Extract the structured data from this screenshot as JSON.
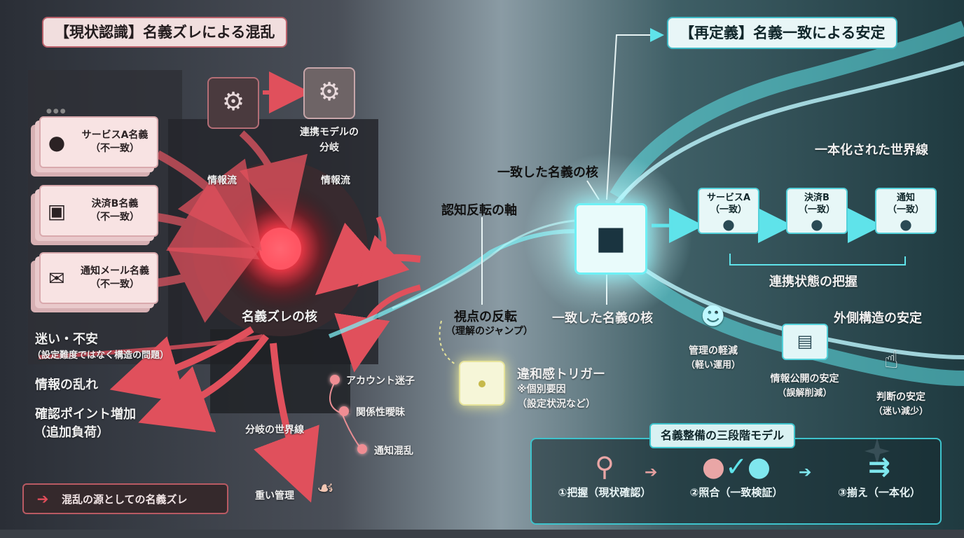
{
  "title_left": "【現状認識】名義ズレによる混乱",
  "title_right": "【再定義】名義一致による安定",
  "left": {
    "cards": [
      {
        "label": "サービスA名義",
        "sub": "（不一致）",
        "icon": "person-icon"
      },
      {
        "label": "決済B名義",
        "sub": "（不一致）",
        "icon": "credit-card-icon"
      },
      {
        "label": "通知メール名義",
        "sub": "（不一致）",
        "icon": "mail-person-icon"
      }
    ],
    "flow_label_1": "情報流",
    "flow_label_2": "情報流",
    "branch_label": "連携モデルの",
    "branch_label_2": "分岐",
    "core_label": "名義ズレの核",
    "effects": {
      "confusion": "迷い・不安",
      "confusion_sub": "（設定難度ではなく構造の問題）",
      "disorder": "情報の乱れ",
      "checks": "確認ポイント増加",
      "checks_sub": "（追加負荷）"
    },
    "branch_worldline": "分岐の世界線",
    "heavy_mgmt": "重い管理",
    "issues": [
      "アカウント迷子",
      "関係性曖昧",
      "通知混乱"
    ],
    "legend": "混乱の源としての名義ズレ"
  },
  "middle": {
    "axis_label": "認知反転の軸",
    "viewpoint": "視点の反転",
    "viewpoint_sub": "（理解のジャンプ）",
    "trigger": "違和感トリガー",
    "trigger_sub1": "※個別要因",
    "trigger_sub2": "（設定状況など）"
  },
  "right": {
    "core_top": "一致した名義の核",
    "core_bottom": "一致した名義の核",
    "unified": "一本化された世界線",
    "boxes": [
      {
        "label": "サービスA",
        "sub": "（一致）"
      },
      {
        "label": "決済B",
        "sub": "（一致）"
      },
      {
        "label": "通知",
        "sub": "（一致）"
      }
    ],
    "link_state": "連携状態の把握",
    "outer": "外側構造の安定",
    "benefits": [
      {
        "label": "管理の軽減",
        "sub": "（軽い運用）"
      },
      {
        "label": "情報公開の安定",
        "sub": "（誤解削減）"
      },
      {
        "label": "判断の安定",
        "sub": "（迷い減少）"
      }
    ]
  },
  "model": {
    "title": "名義整備の三段階モデル",
    "steps": [
      "①把握（現状確認）",
      "②照合（一致検証）",
      "③揃え（一本化）"
    ]
  },
  "colors": {
    "red_accent": "#e34d5a",
    "cyan_accent": "#54d1da"
  }
}
